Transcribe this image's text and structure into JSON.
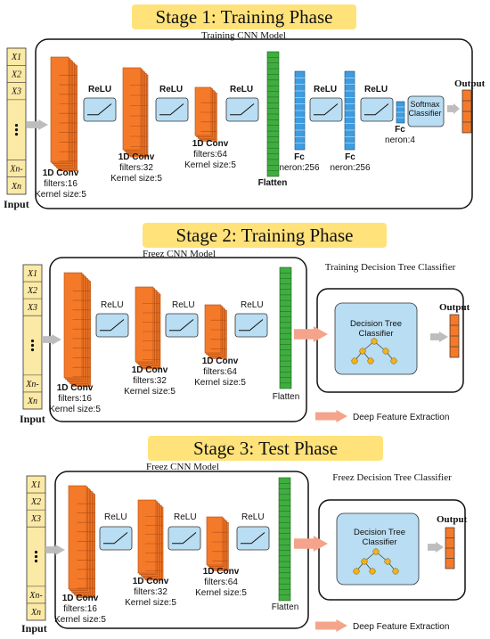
{
  "stages": [
    {
      "title": "Stage 1: Training Phase",
      "model_caption": "Training CNN Model",
      "input": {
        "label": "Input",
        "cells": [
          "X1",
          "X2",
          "X3",
          "•\n•\n•",
          "Xn-",
          "Xn"
        ]
      },
      "relu_label": "ReLU",
      "conv": [
        {
          "name": "1D Conv",
          "filters": "filters:16",
          "kernel": "Kernel size:5"
        },
        {
          "name": "1D Conv",
          "filters": "filters:32",
          "kernel": "Kernel size:5"
        },
        {
          "name": "1D Conv",
          "filters": "filters:64",
          "kernel": "Kernel size:5"
        }
      ],
      "flatten_label": "Flatten",
      "fc": [
        {
          "name": "Fc",
          "neron": "neron:256"
        },
        {
          "name": "Fc",
          "neron": "neron:256"
        },
        {
          "name": "Fc",
          "neron": "neron:4"
        }
      ],
      "classifier": "Softmax Classifier",
      "output_label": "Output"
    },
    {
      "title": "Stage 2: Training Phase",
      "model_caption": "Freez CNN Model",
      "classifier_caption": "Training Decision Tree Classifier",
      "input": {
        "label": "Input",
        "cells": [
          "X1",
          "X2",
          "X3",
          "•\n•\n•",
          "Xn-",
          "Xn"
        ]
      },
      "relu_label": "ReLU",
      "conv": [
        {
          "name": "1D Conv",
          "filters": "filters:16",
          "kernel": "Kernel size:5"
        },
        {
          "name": "1D Conv",
          "filters": "filters:32",
          "kernel": "Kernel size:5"
        },
        {
          "name": "1D Conv",
          "filters": "filters:64",
          "kernel": "Kernel size:5"
        }
      ],
      "flatten_label": "Flatten",
      "tree_label": "Decision Tree Classifier",
      "output_label": "Output",
      "legend": "Deep Feature Extraction"
    },
    {
      "title": "Stage 3: Test Phase",
      "model_caption": "Freez CNN Model",
      "classifier_caption": "Freez Decision Tree Classifier",
      "input": {
        "label": "Input",
        "cells": [
          "X1",
          "X2",
          "X3",
          "•\n•\n•",
          "Xn-",
          "Xn"
        ]
      },
      "relu_label": "ReLU",
      "conv": [
        {
          "name": "1D Conv",
          "filters": "filters:16",
          "kernel": "Kernel size:5"
        },
        {
          "name": "1D Conv",
          "filters": "filters:32",
          "kernel": "Kernel size:5"
        },
        {
          "name": "1D Conv",
          "filters": "filters:64",
          "kernel": "Kernel size:5"
        }
      ],
      "flatten_label": "Flatten",
      "tree_label": "Decision Tree Classifier",
      "output_label": "Output",
      "legend": "Deep Feature Extraction"
    }
  ],
  "colors": {
    "banner": "#FFE27A",
    "conv": "#F47A2A",
    "conv_line": "#B04A10",
    "relu": "#B9DDF2",
    "flatten": "#3FAE3F",
    "fc": "#3E9CE0",
    "input": "#FBE9A6",
    "output": "#F47A2A",
    "arrow_gray": "#BDBDBD",
    "arrow_salmon": "#F4A48A",
    "tree_node": "#F2B21B"
  }
}
